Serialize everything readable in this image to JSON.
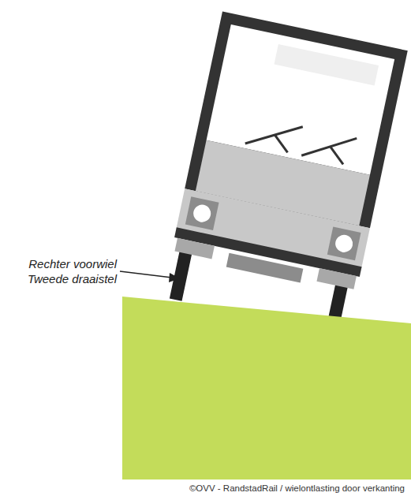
{
  "diagram": {
    "caption": "©OVV - RandstadRail / wielontlasting door verkanting",
    "labels": [
      "Rechter voorwiel",
      "Tweede draaistel"
    ]
  }
}
